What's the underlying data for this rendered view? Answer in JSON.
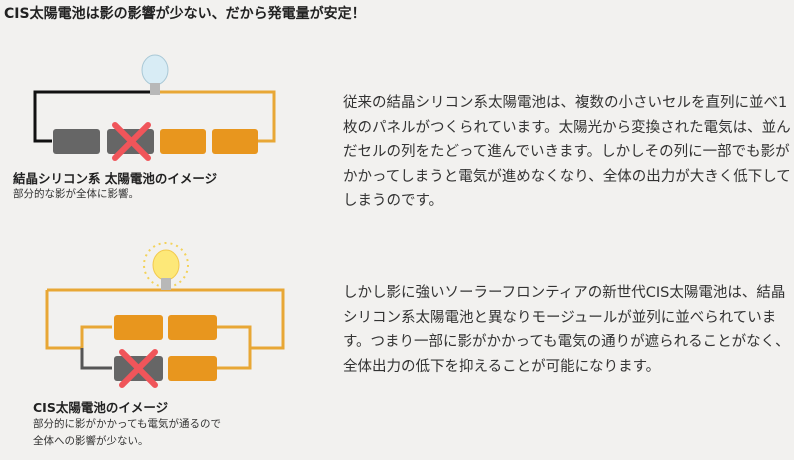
{
  "title": "CIS太陽電池は影の影響が少ない、だから発電量が安定！",
  "diagram1": {
    "caption": "結晶シリコン系 太陽電池のイメージ",
    "subcaption": "部分的な影が全体に影響。"
  },
  "diagram2": {
    "caption": "CIS太陽電池のイメージ",
    "subcaption_lines": [
      "部分的に影がかかっても電気が通るので",
      "全体への影響が少ない。"
    ]
  },
  "paragraph1": "従来の結晶シリコン系太陽電池は、複数の小さいセルを直列に並べ1枚のパネルがつくられています。太陽光から変換された電気は、並んだセルの列をたどって進んでいきます。しかしその列に一部でも影がかかってしまうと電気が進めなくなり、全体の出力が大きく低下してしまうのです。",
  "paragraph2": "しかし影に強いソーラーフロンティアの新世代CIS太陽電池は、結晶シリコン系太陽電池と異なりモージュールが並列に並べられています。つまり一部に影がかかっても電気の通りが遮られることがなく、全体出力の低下を抑えることが可能になります。",
  "colors": {
    "orange": "#e8961e",
    "grey": "#666666",
    "cross": "#f0555a",
    "wire_dark": "#111111"
  }
}
